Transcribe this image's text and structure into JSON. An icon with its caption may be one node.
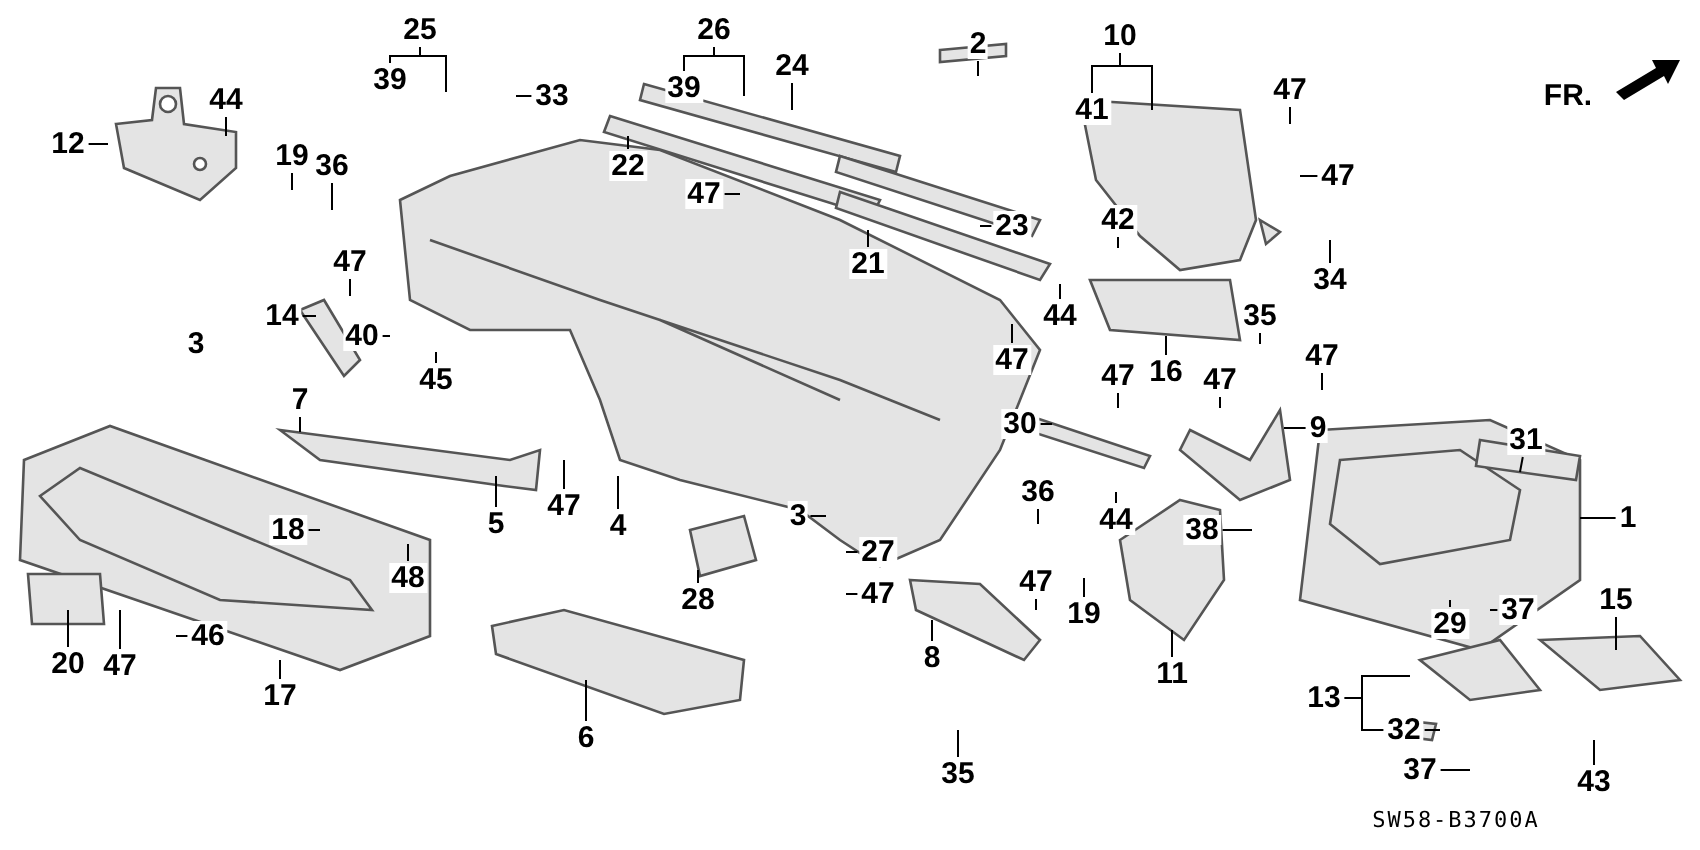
{
  "diagram": {
    "nodes": [
      {
        "text": [
          "44"
        ]
      },
      {
        "text": [
          "12"
        ]
      },
      {
        "text": [
          "25"
        ]
      },
      {
        "text": [
          "39"
        ]
      },
      {
        "text": [
          "33"
        ]
      },
      {
        "text": [
          "24"
        ]
      },
      {
        "text": [
          "26"
        ]
      },
      {
        "text": [
          "39"
        ]
      },
      {
        "text": [
          "2"
        ]
      },
      {
        "text": [
          "10"
        ]
      },
      {
        "text": [
          "41"
        ]
      },
      {
        "text": [
          "47"
        ]
      },
      {
        "text": [
          "19"
        ]
      },
      {
        "text": [
          "36"
        ]
      },
      {
        "text": [
          "22"
        ]
      },
      {
        "text": [
          "47"
        ]
      },
      {
        "text": [
          "23"
        ]
      },
      {
        "text": [
          "47"
        ]
      },
      {
        "text": [
          "47"
        ]
      },
      {
        "text": [
          "34"
        ]
      },
      {
        "text": [
          "42"
        ]
      },
      {
        "text": [
          "14"
        ]
      },
      {
        "text": [
          "40"
        ]
      },
      {
        "text": [
          "45"
        ]
      },
      {
        "text": [
          "21"
        ]
      },
      {
        "text": [
          "44"
        ]
      },
      {
        "text": [
          "35"
        ]
      },
      {
        "text": [
          "16"
        ]
      },
      {
        "text": [
          "47"
        ]
      },
      {
        "text": [
          "47"
        ]
      },
      {
        "text": [
          "47"
        ]
      },
      {
        "text": [
          "47"
        ]
      },
      {
        "text": [
          "7"
        ]
      },
      {
        "text": [
          "5"
        ]
      },
      {
        "text": [
          "47"
        ]
      },
      {
        "text": [
          "4"
        ]
      },
      {
        "text": [
          "3"
        ]
      },
      {
        "text": [
          "27"
        ]
      },
      {
        "text": [
          "47"
        ]
      },
      {
        "text": [
          "30"
        ]
      },
      {
        "text": [
          "9"
        ]
      },
      {
        "text": [
          "36"
        ]
      },
      {
        "text": [
          "44"
        ]
      },
      {
        "text": [
          "38"
        ]
      },
      {
        "text": [
          "31"
        ]
      },
      {
        "text": [
          "1"
        ]
      },
      {
        "text": [
          "18"
        ]
      },
      {
        "text": [
          "48"
        ]
      },
      {
        "text": [
          "28"
        ]
      },
      {
        "text": [
          "47"
        ]
      },
      {
        "text": [
          "19"
        ]
      },
      {
        "text": [
          "8"
        ]
      },
      {
        "text": [
          "11"
        ]
      },
      {
        "text": [
          "29"
        ]
      },
      {
        "text": [
          "37"
        ]
      },
      {
        "text": [
          "20"
        ]
      },
      {
        "text": [
          "47"
        ]
      },
      {
        "text": [
          "46"
        ]
      },
      {
        "text": [
          "17"
        ]
      },
      {
        "text": [
          "6"
        ]
      },
      {
        "text": [
          "15"
        ]
      },
      {
        "text": [
          "13"
        ]
      },
      {
        "text": [
          "32"
        ]
      },
      {
        "text": [
          "37"
        ]
      },
      {
        "text": [
          "43"
        ]
      },
      {
        "text": [
          "35"
        ]
      },
      {
        "text": [
          "3"
        ]
      }
    ],
    "edges": [
      {
        "from": 0,
        "to": null,
        "arrow": "none"
      },
      {
        "from": 1,
        "to": null,
        "arrow": "none"
      },
      {
        "from": 2,
        "to": 3,
        "arrow": "none"
      },
      {
        "from": 2,
        "to": null,
        "arrow": "none"
      },
      {
        "from": 4,
        "to": null,
        "arrow": "none"
      },
      {
        "from": 5,
        "to": null,
        "arrow": "none"
      },
      {
        "from": 6,
        "to": 7,
        "arrow": "none"
      },
      {
        "from": 6,
        "to": null,
        "arrow": "none"
      },
      {
        "from": 8,
        "to": null,
        "arrow": "none"
      },
      {
        "from": 9,
        "to": 10,
        "arrow": "none"
      },
      {
        "from": 9,
        "to": null,
        "arrow": "none"
      },
      {
        "from": 11,
        "to": null,
        "arrow": "none"
      },
      {
        "from": 12,
        "to": null,
        "arrow": "none"
      },
      {
        "from": 13,
        "to": null,
        "arrow": "none"
      },
      {
        "from": 14,
        "to": null,
        "arrow": "none"
      },
      {
        "from": 15,
        "to": null,
        "arrow": "none"
      },
      {
        "from": 16,
        "to": null,
        "arrow": "none"
      },
      {
        "from": 17,
        "to": null,
        "arrow": "none"
      },
      {
        "from": 18,
        "to": null,
        "arrow": "none"
      },
      {
        "from": 19,
        "to": null,
        "arrow": "none"
      },
      {
        "from": 20,
        "to": null,
        "arrow": "none"
      },
      {
        "from": 21,
        "to": null,
        "arrow": "none"
      },
      {
        "from": 22,
        "to": null,
        "arrow": "none"
      },
      {
        "from": 23,
        "to": null,
        "arrow": "none"
      },
      {
        "from": 24,
        "to": null,
        "arrow": "none"
      },
      {
        "from": 25,
        "to": null,
        "arrow": "none"
      },
      {
        "from": 26,
        "to": null,
        "arrow": "none"
      },
      {
        "from": 27,
        "to": null,
        "arrow": "none"
      },
      {
        "from": 28,
        "to": null,
        "arrow": "none"
      },
      {
        "from": 29,
        "to": null,
        "arrow": "none"
      },
      {
        "from": 30,
        "to": null,
        "arrow": "none"
      },
      {
        "from": 31,
        "to": null,
        "arrow": "none"
      },
      {
        "from": 32,
        "to": null,
        "arrow": "none"
      },
      {
        "from": 33,
        "to": null,
        "arrow": "none"
      },
      {
        "from": 34,
        "to": null,
        "arrow": "none"
      },
      {
        "from": 35,
        "to": null,
        "arrow": "none"
      },
      {
        "from": 36,
        "to": null,
        "arrow": "none"
      },
      {
        "from": 37,
        "to": null,
        "arrow": "none"
      },
      {
        "from": 38,
        "to": null,
        "arrow": "none"
      },
      {
        "from": 39,
        "to": null,
        "arrow": "none"
      },
      {
        "from": 40,
        "to": null,
        "arrow": "none"
      },
      {
        "from": 41,
        "to": null,
        "arrow": "none"
      },
      {
        "from": 42,
        "to": null,
        "arrow": "none"
      },
      {
        "from": 43,
        "to": null,
        "arrow": "none"
      },
      {
        "from": 44,
        "to": null,
        "arrow": "none"
      },
      {
        "from": 45,
        "to": null,
        "arrow": "none"
      },
      {
        "from": 46,
        "to": null,
        "arrow": "none"
      },
      {
        "from": 47,
        "to": null,
        "arrow": "none"
      },
      {
        "from": 48,
        "to": null,
        "arrow": "none"
      },
      {
        "from": 49,
        "to": null,
        "arrow": "none"
      },
      {
        "from": 50,
        "to": null,
        "arrow": "none"
      },
      {
        "from": 51,
        "to": null,
        "arrow": "none"
      },
      {
        "from": 52,
        "to": null,
        "arrow": "none"
      },
      {
        "from": 53,
        "to": null,
        "arrow": "none"
      },
      {
        "from": 54,
        "to": null,
        "arrow": "none"
      },
      {
        "from": 55,
        "to": null,
        "arrow": "none"
      },
      {
        "from": 56,
        "to": null,
        "arrow": "none"
      },
      {
        "from": 57,
        "to": null,
        "arrow": "none"
      },
      {
        "from": 58,
        "to": null,
        "arrow": "none"
      },
      {
        "from": 59,
        "to": null,
        "arrow": "none"
      },
      {
        "from": 60,
        "to": null,
        "arrow": "none"
      },
      {
        "from": 61,
        "to": null,
        "arrow": "none"
      },
      {
        "from": 61,
        "to": 62,
        "arrow": "none"
      },
      {
        "from": 62,
        "to": null,
        "arrow": "none"
      },
      {
        "from": 63,
        "to": null,
        "arrow": "none"
      },
      {
        "from": 64,
        "to": null,
        "arrow": "none"
      },
      {
        "from": 65,
        "to": null,
        "arrow": "none"
      }
    ],
    "labels": [
      "FR.",
      "SW58-B3700A"
    ]
  }
}
